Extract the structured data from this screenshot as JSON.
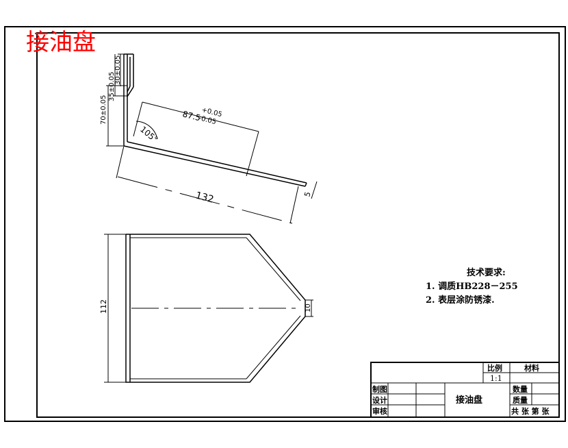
{
  "stamp": {
    "title": "接油盘",
    "color": "#ff0000"
  },
  "side_view": {
    "dims": {
      "d_30": "30±0.05",
      "d_35": "35±0.05",
      "d_70": "70±0.05",
      "d_87_main": "87.5",
      "d_87_tol_top": "+0.05",
      "d_87_tol_bot": "-0.05",
      "angle": "105°",
      "d_132": "132",
      "d_5": "5"
    }
  },
  "plan_view": {
    "dims": {
      "d_112": "112",
      "d_10": "10"
    }
  },
  "tech_requirements": {
    "heading": "技术要求:",
    "items": [
      "1. 调质HB228－255",
      "2. 表层涂防锈漆."
    ]
  },
  "title_block": {
    "scale_label": "比例",
    "material_label": "材料",
    "scale_value": "1:1",
    "drawn_label": "制图",
    "design_label": "设计",
    "review_label": "审核",
    "part_name": "接油盘",
    "qty_label": "数量",
    "weight_label": "质量",
    "sheet_info": "共 张 第 张"
  }
}
